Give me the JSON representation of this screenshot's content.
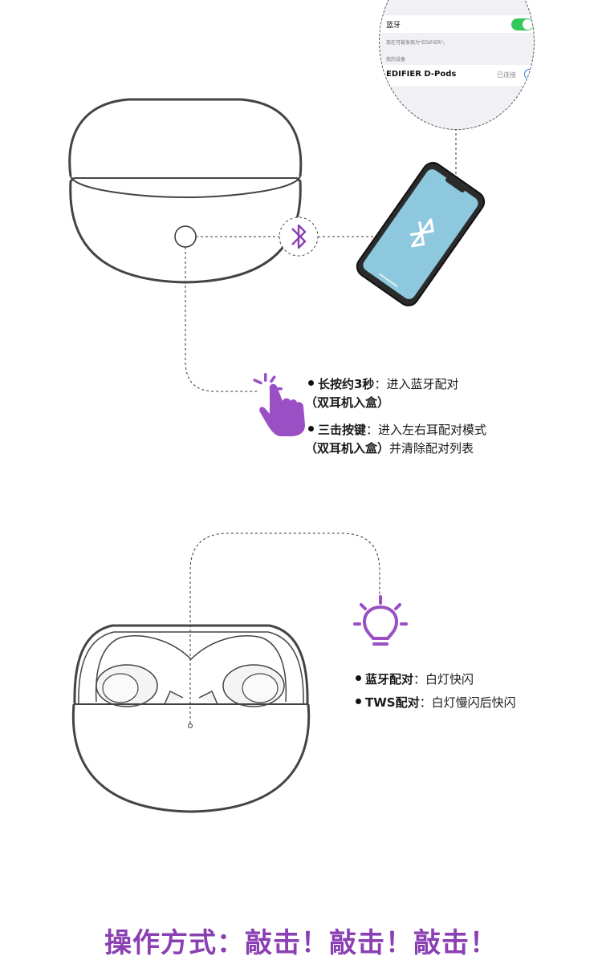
{
  "bt_settings": {
    "bluetooth_label": "蓝牙",
    "discoverable_text": "现在可被发现为\"EDIFIER\"。",
    "my_devices_label": "我的设备",
    "device_name": "EDIFIER D-Pods",
    "device_status": "已连接",
    "info_icon": "i"
  },
  "pairing": {
    "item1_bold": "长按约3秒",
    "item1_text": "：进入蓝牙配对",
    "item1_line2": "（双耳机入盒）",
    "item2_bold": "三击按键",
    "item2_text": "：进入左右耳配对模式",
    "item2_line2_bold": "（双耳机入盒）",
    "item2_line2_text": "并清除配对列表"
  },
  "indicator": {
    "item1_bold": "蓝牙配对",
    "item1_text": "：白灯快闪",
    "item2_bold": "TWS配对",
    "item2_text": "：白灯慢闪后快闪"
  },
  "footer": {
    "title": "操作方式：敲击！敲击！敲击！"
  },
  "colors": {
    "accent": "#8a3fb3",
    "phone_screen": "#8ec8de",
    "toggle_on": "#34c759"
  }
}
